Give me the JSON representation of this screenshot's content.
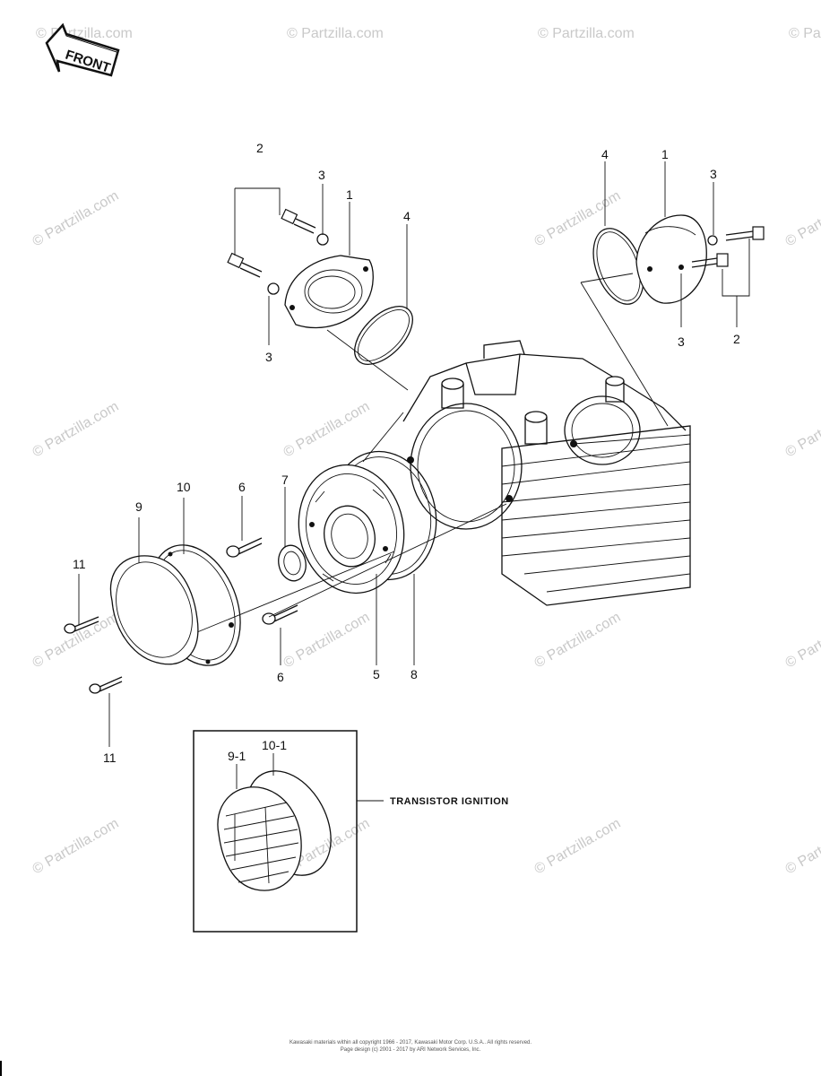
{
  "front_label": "FRONT",
  "watermark": "© Partzilla.com",
  "callouts": {
    "tl_2": "2",
    "tl_3a": "3",
    "tl_1": "1",
    "tl_4": "4",
    "tl_3b": "3",
    "tr_4": "4",
    "tr_1": "1",
    "tr_3a": "3",
    "tr_3b": "3",
    "tr_2": "2",
    "m_10": "10",
    "m_9": "9",
    "m_6a": "6",
    "m_7": "7",
    "m_11a": "11",
    "m_6b": "6",
    "m_5": "5",
    "m_8": "8",
    "m_11b": "11",
    "inset_9_1": "9-1",
    "inset_10_1": "10-1"
  },
  "inset_label": "TRANSISTOR IGNITION",
  "footer": {
    "line1": "Kawasaki materials within all copyright 1966 - 2017, Kawasaki Motor Corp. U.S.A.. All rights reserved.",
    "line2": "Page design (c) 2001 - 2017 by ARI Network Services, Inc."
  }
}
